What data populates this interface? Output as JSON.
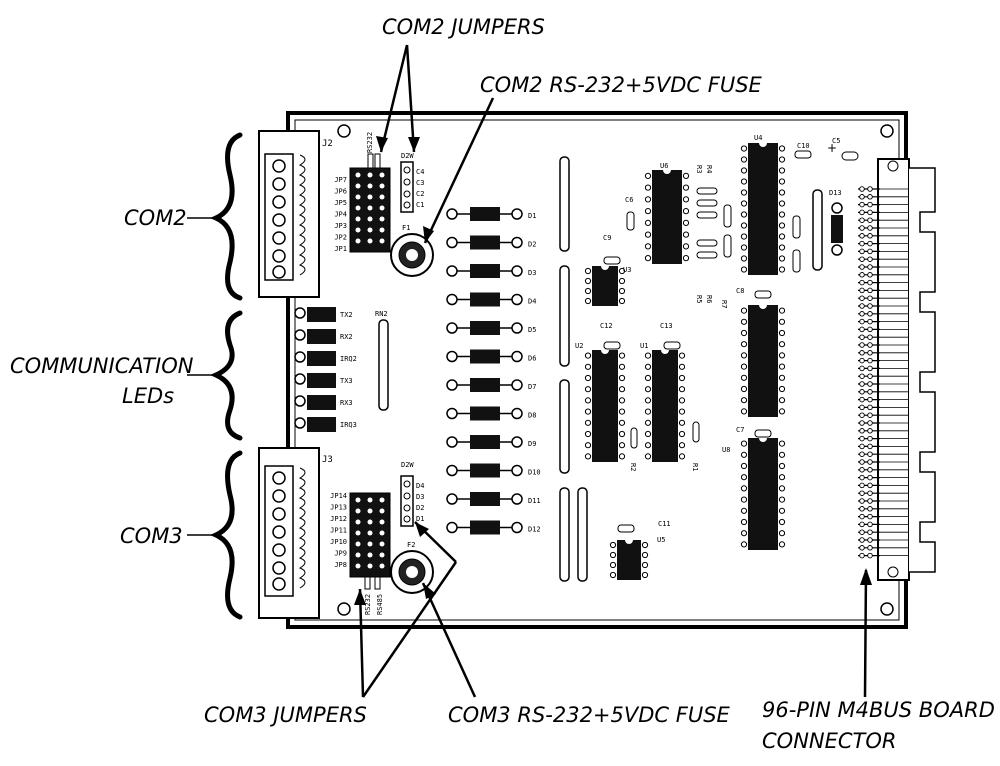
{
  "callouts": {
    "com2_jumpers": "COM2 JUMPERS",
    "com2_fuse": "COM2 RS-232+5VDC FUSE",
    "com2": "COM2",
    "comm_leds_line1": "COMMUNICATION",
    "comm_leds_line2": "LEDs",
    "com3": "COM3",
    "com3_jumpers": "COM3 JUMPERS",
    "com3_fuse": "COM3 RS-232+5VDC FUSE",
    "connector_line1": "96-PIN M4BUS BOARD",
    "connector_line2": "CONNECTOR"
  },
  "board": {
    "j2": "J2",
    "j3": "J3",
    "com2_jumper_labels": [
      "JP7",
      "JP6",
      "JP5",
      "JP4",
      "JP3",
      "JP2",
      "JP1"
    ],
    "com3_jumper_labels": [
      "JP14",
      "JP13",
      "JP12",
      "JP11",
      "JP10",
      "JP9",
      "JP8"
    ],
    "rs232": "RS232",
    "rs485": "RS485",
    "d2w": "D2W",
    "c_labels_top": [
      "C4",
      "C3",
      "C2",
      "C1"
    ],
    "c_labels_bottom": [
      "D4",
      "D3",
      "D2",
      "D1"
    ],
    "f1": "F1",
    "f2": "F2",
    "led_labels": [
      "TX2",
      "RX2",
      "IRQ2",
      "TX3",
      "RX3",
      "IRQ3"
    ],
    "rn2": "RN2",
    "diode_labels": [
      "D1",
      "D2",
      "D3",
      "D4",
      "D5",
      "D6",
      "D7",
      "D8",
      "D9",
      "D10",
      "D11",
      "D12"
    ],
    "d13": "D13",
    "ic_labels": {
      "u1": "U1",
      "u2": "U2",
      "u3": "U3",
      "u4": "U4",
      "u5": "U5",
      "u6": "U6",
      "u8": "U8"
    },
    "cap_labels": {
      "c5": "C5",
      "c6": "C6",
      "c7": "C7",
      "c8": "C8",
      "c9": "C9",
      "c10": "C10",
      "c11": "C11",
      "c12": "C12",
      "c13": "C13"
    },
    "res_labels": {
      "r1": "R1",
      "r2": "R2",
      "r3": "R3",
      "r4": "R4",
      "r5": "R5",
      "r6": "R6",
      "r7": "R7"
    }
  }
}
